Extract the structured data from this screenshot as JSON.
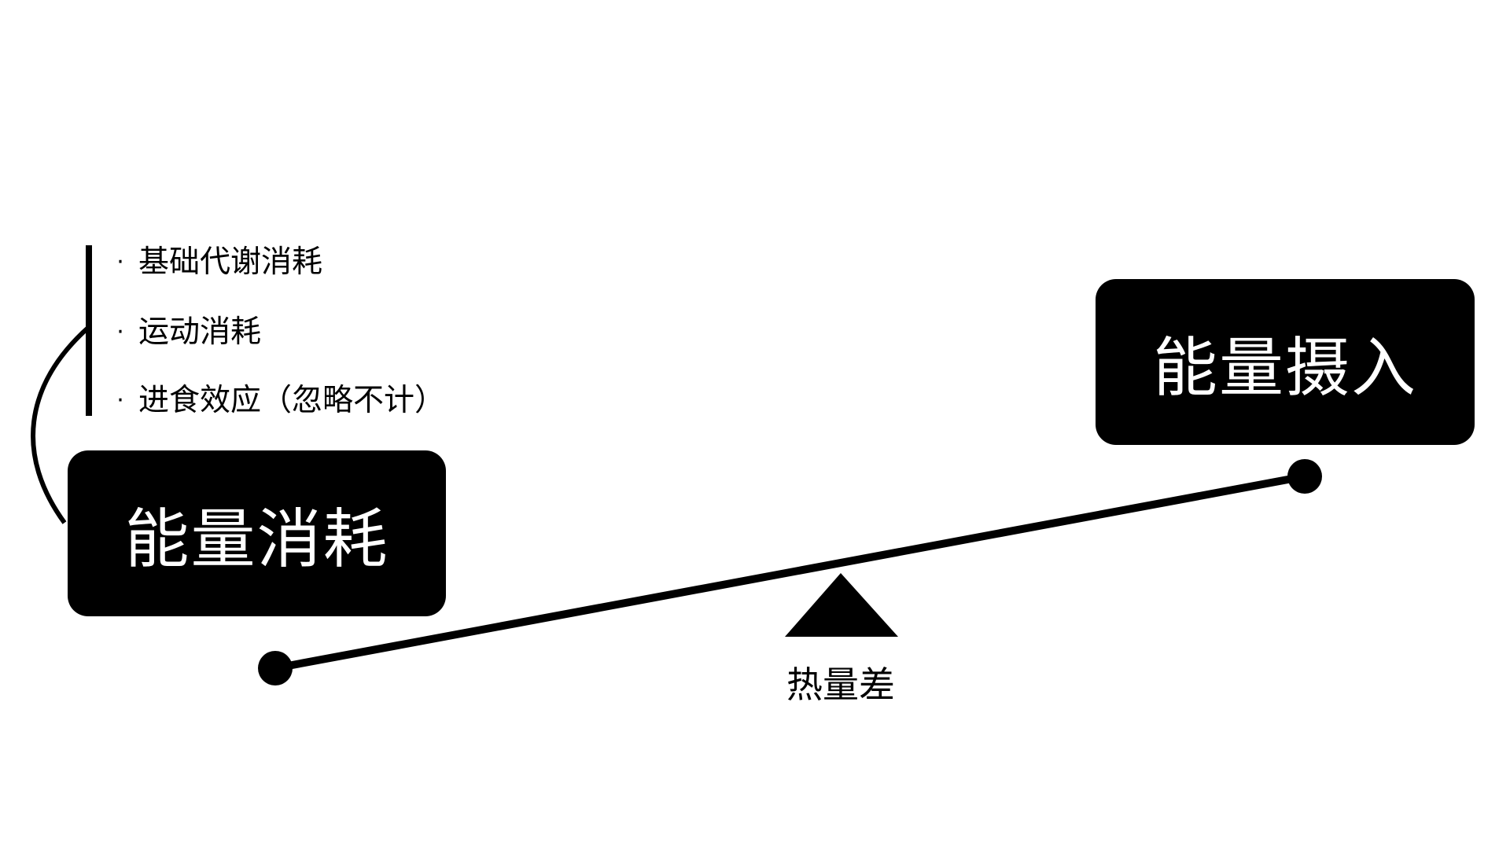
{
  "expenditure": {
    "title": "能量消耗",
    "items": [
      "基础代谢消耗",
      "运动消耗",
      "进食效应（忽略不计）"
    ],
    "bullet": "·"
  },
  "intake": {
    "title": "能量摄入"
  },
  "fulcrum": {
    "label": "热量差"
  },
  "colors": {
    "fill": "#000000",
    "text_on_box": "#ffffff",
    "background": "#ffffff"
  }
}
